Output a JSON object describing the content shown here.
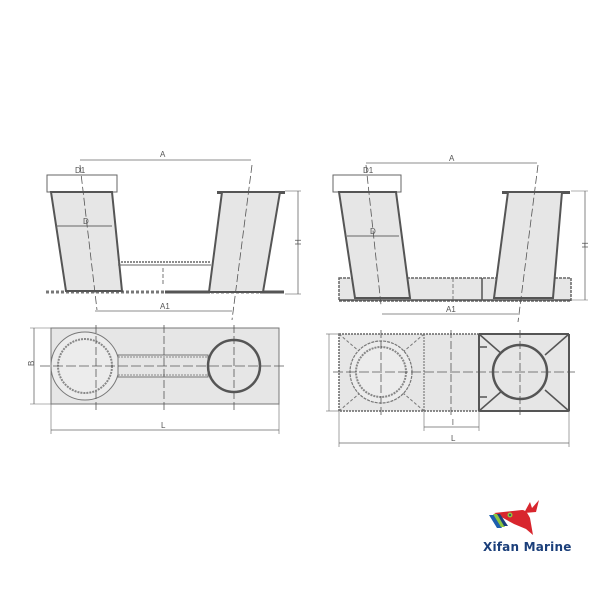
{
  "diagram": {
    "views": [
      {
        "id": "bollard-type-a",
        "elevation": {
          "labels": {
            "center_distance": "A",
            "base_distance": "A1",
            "top_diameter": "D1",
            "diameter": "D",
            "height": "H"
          }
        },
        "plan": {
          "labels": {
            "width": "B",
            "length": "L"
          }
        }
      },
      {
        "id": "bollard-type-b",
        "elevation": {
          "labels": {
            "center_distance": "A",
            "base_distance": "A1",
            "top_diameter": "D1",
            "diameter": "D",
            "height": "H"
          }
        },
        "plan": {
          "labels": {
            "length": "L",
            "rib_spacing": "l"
          }
        }
      }
    ]
  },
  "brand": {
    "name": "Xifan Marine",
    "colors": {
      "red": "#d8262e",
      "navy": "#1b3f7a",
      "green": "#8cc63f",
      "blue": "#1d5fae"
    }
  },
  "colors": {
    "fill": "#e6e6e6",
    "line": "#555555",
    "dim": "#666666",
    "background": "#ffffff"
  }
}
